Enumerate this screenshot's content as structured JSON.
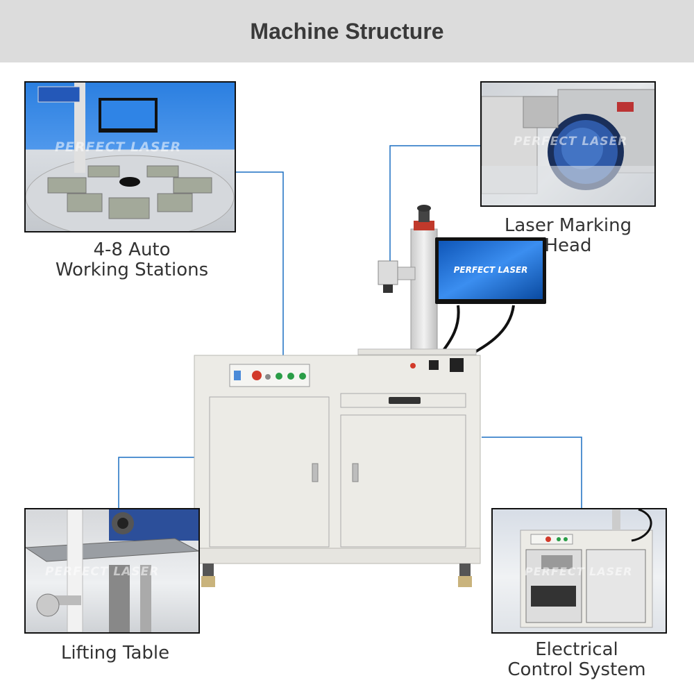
{
  "page": {
    "title": "Machine Structure"
  },
  "brand": {
    "logo_text": "PERFECT LASER"
  },
  "callouts": {
    "stations": {
      "line1": "4-8 Auto",
      "line2": "Working Stations"
    },
    "head": {
      "label": "Laser Marking Head"
    },
    "lifting": {
      "label": "Lifting Table"
    },
    "electrical": {
      "line1": "Electrical",
      "line2": "Control System"
    }
  },
  "colors": {
    "header_bg": "#dcdcdc",
    "connector_line": "#1a6fc2",
    "cabinet": "#ecebe6",
    "screen_blue": "#1f6fd0"
  }
}
